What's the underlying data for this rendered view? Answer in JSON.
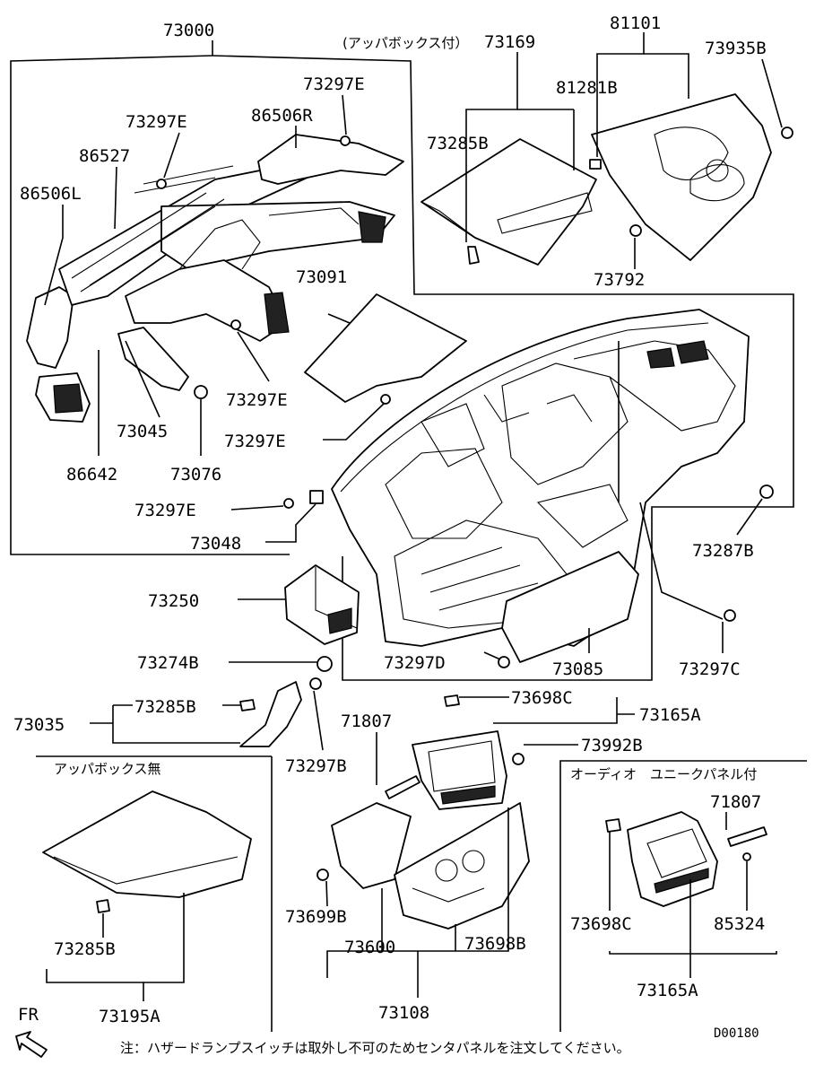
{
  "part_numbers": {
    "p73000": "73000",
    "p73169": "73169",
    "p81101": "81101",
    "p73935B": "73935B",
    "p73297E_a": "73297E",
    "p73297E_b": "73297E",
    "p86506R": "86506R",
    "p86527": "86527",
    "p86506L": "86506L",
    "p73285B_a": "73285B",
    "p81281B": "81281B",
    "p73792": "73792",
    "p73091": "73091",
    "p73297E_c": "73297E",
    "p73297E_d": "73297E",
    "p73045": "73045",
    "p73076": "73076",
    "p86642": "86642",
    "p73297E_e": "73297E",
    "p73048": "73048",
    "p73287B": "73287B",
    "p73250": "73250",
    "p73274B": "73274B",
    "p73297D": "73297D",
    "p73085": "73085",
    "p73297C": "73297C",
    "p73285B_b": "73285B",
    "p73035": "73035",
    "p73698C_a": "73698C",
    "p73165A_a": "73165A",
    "p71807_a": "71807",
    "p73992B": "73992B",
    "p73297B": "73297B",
    "p71807_b": "71807",
    "p73699B": "73699B",
    "p73600": "73600",
    "p73698B": "73698B",
    "p73108": "73108",
    "p73698C_b": "73698C",
    "p85324": "85324",
    "p73165A_b": "73165A",
    "p73285B_c": "73285B",
    "p73195A": "73195A"
  },
  "notes": {
    "upper_box_prefix": "(アッパボックス付）",
    "lower_box_title": "アッパボックス無",
    "audio_panel_title": "オーディオ　ユニークパネル付",
    "footnote": "注：ハザードランプスイッチは取外し不可のためセンタパネルを注文してください。",
    "drawing_code": "D00180",
    "front_indicator": "FR"
  }
}
